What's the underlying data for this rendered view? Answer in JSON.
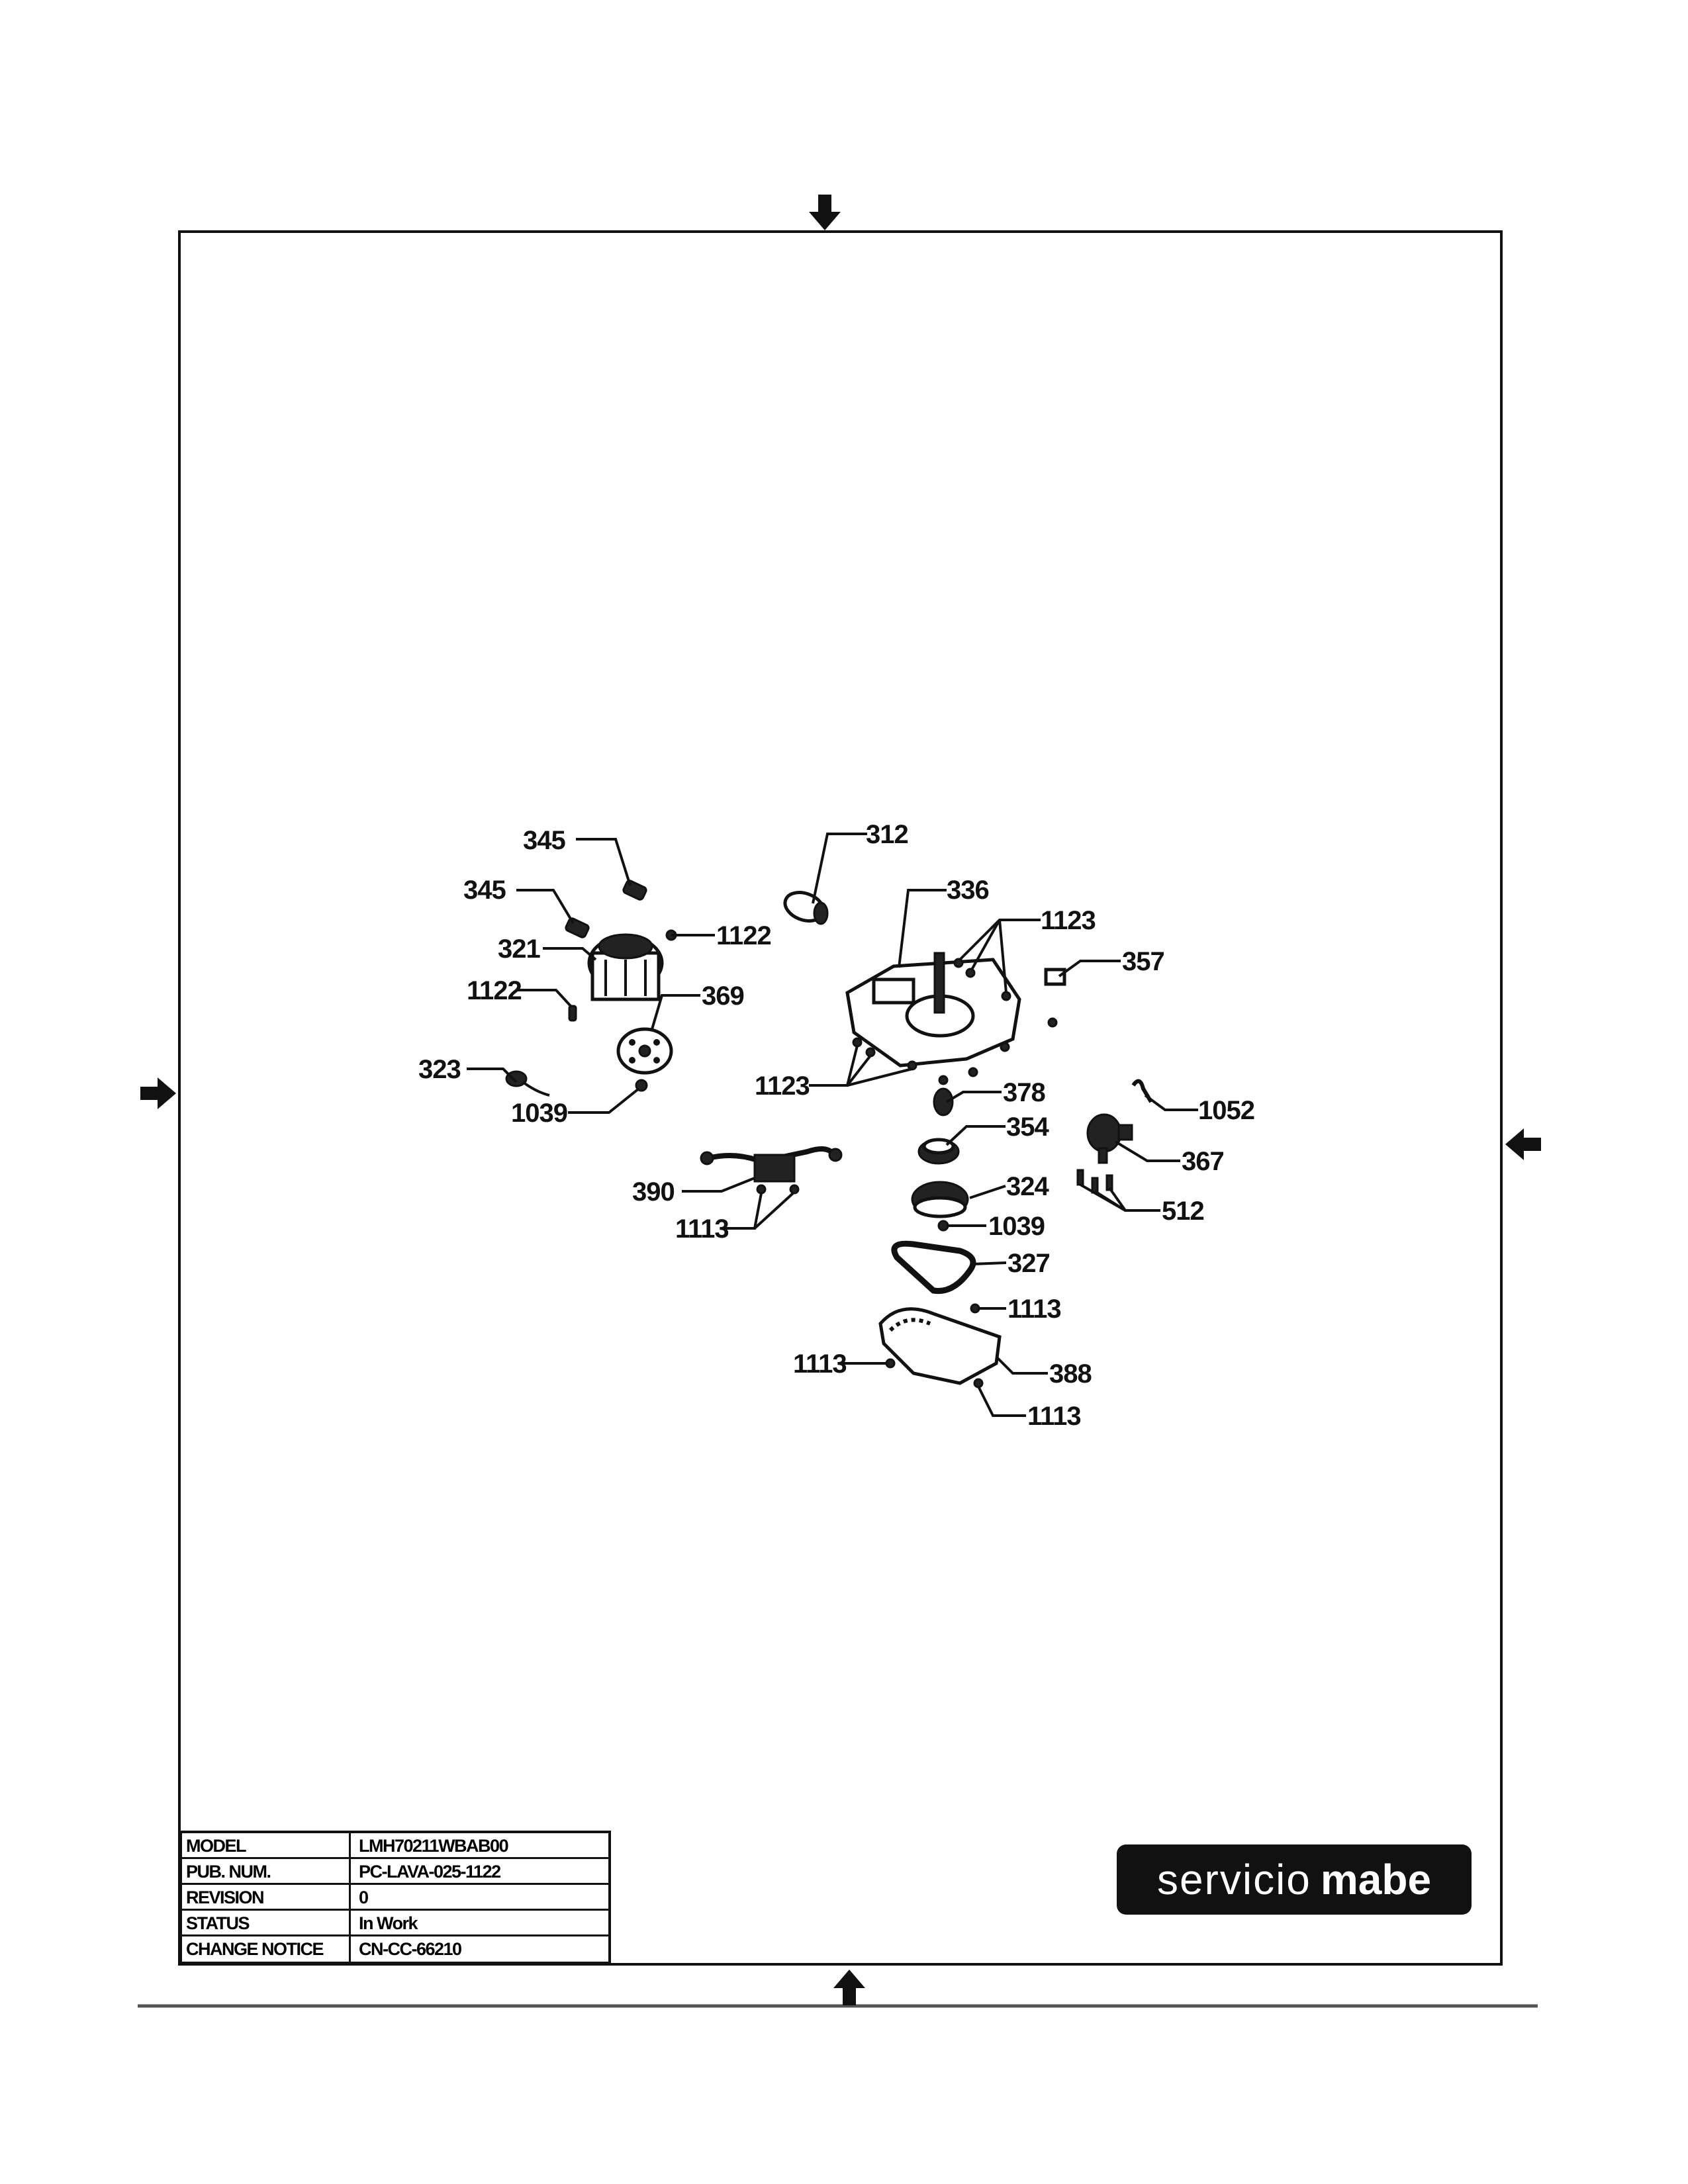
{
  "diagram": {
    "callouts": {
      "c345a": "345",
      "c345b": "345",
      "c312": "312",
      "c336": "336",
      "c1123a": "1123",
      "c1122a": "1122",
      "c321": "321",
      "c357": "357",
      "c1122b": "1122",
      "c369": "369",
      "c323": "323",
      "c1123b": "1123",
      "c378": "378",
      "c1039a": "1039",
      "c1052": "1052",
      "c354": "354",
      "c367": "367",
      "c390": "390",
      "c324": "324",
      "c512": "512",
      "c1113a": "1113",
      "c1039b": "1039",
      "c327": "327",
      "c1113b": "1113",
      "c1113c": "1113",
      "c388": "388",
      "c1113d": "1113"
    }
  },
  "title_block": {
    "rows": [
      {
        "key": "MODEL",
        "value": "LMH70211WBAB00"
      },
      {
        "key": "PUB. NUM.",
        "value": "PC-LAVA-025-1122"
      },
      {
        "key": "REVISION",
        "value": "0"
      },
      {
        "key": "STATUS",
        "value": "In Work"
      },
      {
        "key": "CHANGE NOTICE",
        "value": "CN-CC-66210"
      }
    ]
  },
  "logo": {
    "part1": "servicio",
    "part2": "mabe"
  }
}
